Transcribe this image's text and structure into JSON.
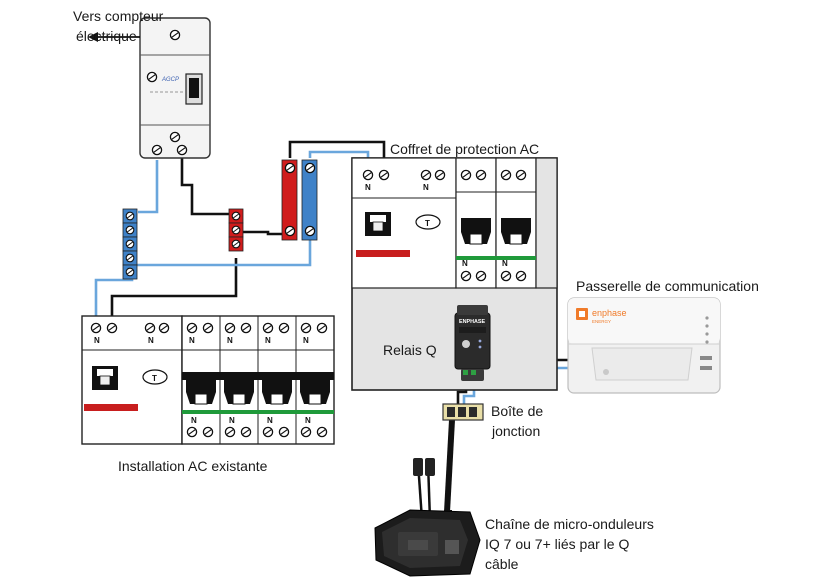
{
  "labels": {
    "meter_line1": "Vers compteur",
    "meter_line2": "électrique",
    "ac_box_title": "Coffret de protection AC",
    "relay": "Relais Q",
    "gateway": "Passerelle de communication",
    "junction_line1": "Boîte de",
    "junction_line2": "jonction",
    "existing_install": "Installation AC existante",
    "micro_line1": "Chaîne de micro-onduleurs",
    "micro_line2": "IQ 7 ou 7+ liés par le Q",
    "micro_line3": "câble"
  },
  "marks": {
    "neutral": "N",
    "diff_test": "T",
    "agcp": "AGCP",
    "enphase": "ENPHASE",
    "gateway_brand": "enphase",
    "gateway_sub": "ENERGY"
  },
  "colors": {
    "phase_wire": "#111111",
    "neutral_wire": "#6aa6dc",
    "phase_bar": "#d01c1c",
    "neutral_bar": "#3f82c8",
    "diff_bar": "#c81e1e",
    "earth_strip": "#1f9a3a",
    "box_fill": "#e4e4e4",
    "brand_orange": "#f07b2a"
  },
  "icons": {
    "arrow": "arrow-left-icon",
    "diff_switch": "differential-switch-icon",
    "breaker": "circuit-breaker-icon"
  }
}
